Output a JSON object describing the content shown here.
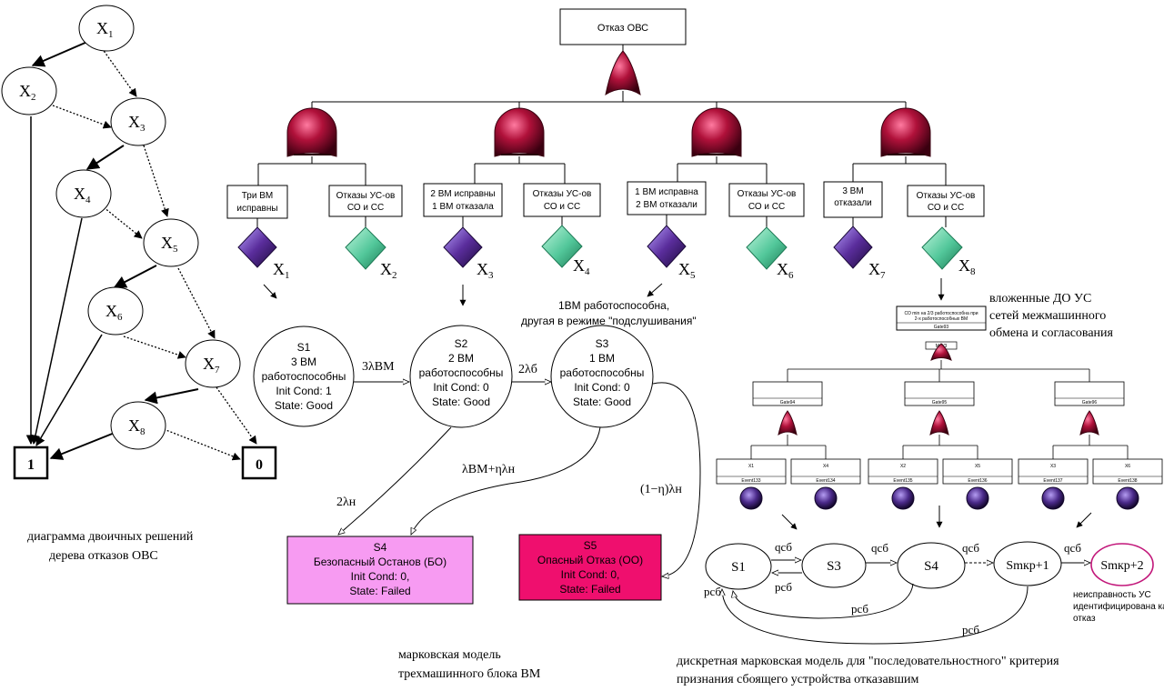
{
  "bdd": {
    "nodes": [
      {
        "id": "x1",
        "label": "X",
        "sub": "1"
      },
      {
        "id": "x2",
        "label": "X",
        "sub": "2"
      },
      {
        "id": "x3",
        "label": "X",
        "sub": "3"
      },
      {
        "id": "x4",
        "label": "X",
        "sub": "4"
      },
      {
        "id": "x5",
        "label": "X",
        "sub": "5"
      },
      {
        "id": "x6",
        "label": "X",
        "sub": "6"
      },
      {
        "id": "x7",
        "label": "X",
        "sub": "7"
      },
      {
        "id": "x8",
        "label": "X",
        "sub": "8"
      }
    ],
    "terminal_one": "1",
    "terminal_zero": "0",
    "caption_line1": "диаграмма двоичных решений",
    "caption_line2": "дерева отказов ОВС"
  },
  "fault_tree": {
    "top_event": "Отказ ОВС",
    "boxes": [
      {
        "id": "b1",
        "line1": "Три ВМ",
        "line2": "исправны",
        "marker": "X",
        "sub": "1"
      },
      {
        "id": "b2",
        "line1": "Отказы УС-ов",
        "line2": "СО и СС",
        "marker": "X",
        "sub": "2"
      },
      {
        "id": "b3",
        "line1": "2 ВМ исправны",
        "line2": "1 ВМ отказала",
        "marker": "X",
        "sub": "3"
      },
      {
        "id": "b4",
        "line1": "Отказы УС-ов",
        "line2": "СО и СС",
        "marker": "X",
        "sub": "4"
      },
      {
        "id": "b5",
        "line1": "1 ВМ исправна",
        "line2": "2 ВМ  отказали",
        "marker": "X",
        "sub": "5"
      },
      {
        "id": "b6",
        "line1": "Отказы УС-ов",
        "line2": "СО и СС",
        "marker": "X",
        "sub": "6"
      },
      {
        "id": "b7",
        "line1": "3 ВМ",
        "line2": "отказали",
        "marker": "X",
        "sub": "7"
      },
      {
        "id": "b8",
        "line1": "Отказы УС-ов",
        "line2": "СО и СС",
        "marker": "X",
        "sub": "8"
      }
    ],
    "annotation_line1": "1ВМ работоспособна,",
    "annotation_line2": "другая в режиме \"подслушивания\""
  },
  "markov": {
    "states": [
      {
        "id": "s1",
        "name": "S1",
        "line1": "3 ВМ",
        "line2": "работоспособны",
        "cond": "Init Cond: 1",
        "state": "State: Good"
      },
      {
        "id": "s2",
        "name": "S2",
        "line1": "2 ВМ",
        "line2": "работоспособны",
        "cond": "Init Cond: 0",
        "state": "State: Good"
      },
      {
        "id": "s3",
        "name": "S3",
        "line1": "1 ВМ",
        "line2": "работоспособны",
        "cond": "Init Cond: 0",
        "state": "State: Good"
      },
      {
        "id": "s4",
        "name": "S4",
        "line1": "Безопасный Останов (БО)",
        "line2": "Init Cond: 0,",
        "line3": "State: Failed"
      },
      {
        "id": "s5",
        "name": "S5",
        "line1": "Опасный Отказ (ОО)",
        "line2": "Init Cond: 0,",
        "line3": "State: Failed"
      }
    ],
    "rates": {
      "r12": "3λВМ",
      "r23": "2λб",
      "r24": "2λн",
      "r34": "λВМ+ηλн",
      "r35": "(1−η)λн"
    },
    "caption_line1": "марковская модель",
    "caption_line2": "трехмашинного блока ВМ"
  },
  "nested": {
    "label_line1": "вложенные ДО УС",
    "label_line2": "сетей межмашинного",
    "label_line3": "обмена и согласования",
    "top_text1": "СО min на 2/3 работоспособна при",
    "top_text2": "2-х работоспособных ВМ",
    "top_gate": "Gate93",
    "vote": "M 2/3",
    "gates": [
      "Gate94",
      "Gate95",
      "Gate96"
    ],
    "events": [
      {
        "x": "X1",
        "e": "Event133"
      },
      {
        "x": "X4",
        "e": "Event134"
      },
      {
        "x": "X2",
        "e": "Event135"
      },
      {
        "x": "X5",
        "e": "Event136"
      },
      {
        "x": "X3",
        "e": "Event137"
      },
      {
        "x": "X6",
        "e": "Event138"
      }
    ]
  },
  "discrete": {
    "states": [
      "S1",
      "S3",
      "S4",
      "Smкр+1",
      "Smкр+2"
    ],
    "q": "qсб",
    "p": "pсб",
    "note_line1": "неисправность УС",
    "note_line2": "идентифицирована как",
    "note_line3": "отказ",
    "caption_line1": "дискретная марковская модель для \"последовательностного\" критерия",
    "caption_line2": "признания сбоящего устройства отказавшим"
  },
  "colors": {
    "gate": "#b0113a",
    "event_purple": "#5a2d9c",
    "event_green": "#52c79a",
    "s4_fill": "#f79bf2",
    "s5_fill": "#ef0f6e"
  }
}
